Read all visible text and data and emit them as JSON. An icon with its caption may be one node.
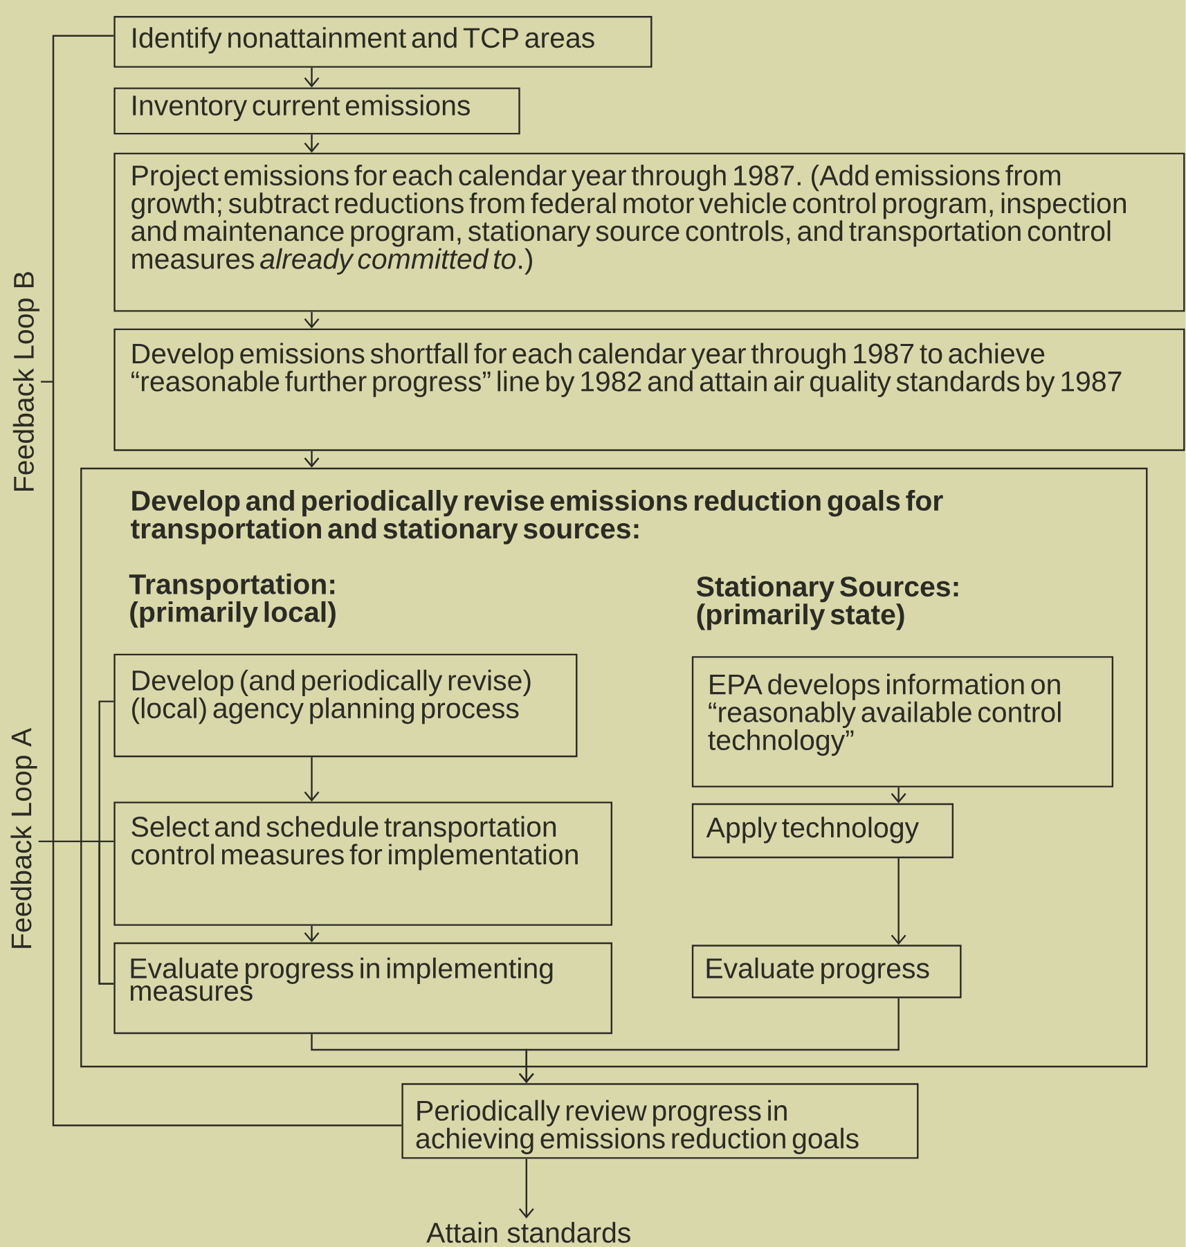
{
  "diagram": {
    "nodes": [
      {
        "text": [
          "Identify nonattainment and TCP areas"
        ]
      },
      {
        "text": [
          "Inventory current emissions"
        ]
      },
      {
        "text": [
          "Project emissions for each calendar year through 1987. (Add emissions from growth; subtract reductions from federal motor vehicle control program, inspection and maintenance program, stationary source controls, and transportation control measures *already committed to*.)"
        ]
      },
      {
        "text": [
          "Develop emissions shortfall for each calendar year through 1987 to achieve “reasonable further progress” line by 1982 and attain air quality standards by 1987"
        ]
      },
      {
        "text": [
          "Develop and periodically revise emissions reduction goals for transportation and stationary sources:",
          "Transportation: (primarily local)",
          "Stationary Sources: (primarily state)"
        ]
      },
      {
        "text": [
          "Develop (and periodically revise) (local) agency planning process"
        ],
        "in": 4
      },
      {
        "text": [
          "Select and schedule transportation control measures for implementation"
        ],
        "in": 4
      },
      {
        "text": [
          "Evaluate progress in implementing measures"
        ],
        "in": 4
      },
      {
        "text": [
          "EPA develops information on “reasonably available control technology”"
        ],
        "in": 4
      },
      {
        "text": [
          "Apply technology"
        ],
        "in": 4
      },
      {
        "text": [
          "Evaluate progress"
        ],
        "in": 4
      },
      {
        "text": [
          "Periodically review progress in achieving emissions reduction goals"
        ]
      },
      {
        "text": [
          "Attain standards"
        ]
      }
    ],
    "edges": [
      {
        "from": 0,
        "to": 1,
        "arrow": "to"
      },
      {
        "from": 1,
        "to": 2,
        "arrow": "to"
      },
      {
        "from": 2,
        "to": 3,
        "arrow": "to"
      },
      {
        "from": 3,
        "to": 4,
        "arrow": "to"
      },
      {
        "from": 5,
        "to": 6,
        "arrow": "to"
      },
      {
        "from": 6,
        "to": 7,
        "arrow": "to"
      },
      {
        "from": 8,
        "to": 9,
        "arrow": "to"
      },
      {
        "from": 9,
        "to": 10,
        "arrow": "to"
      },
      {
        "from": 7,
        "to": 11,
        "arrow": "to"
      },
      {
        "from": 10,
        "to": 11,
        "arrow": "to"
      },
      {
        "from": 11,
        "to": 12,
        "arrow": "to"
      },
      {
        "from": 11,
        "to": 0,
        "arrow": "none"
      },
      {
        "from": 7,
        "to": 5,
        "arrow": "none"
      },
      {
        "from": 7,
        "to": 6,
        "arrow": "none"
      }
    ],
    "labels": [
      "Feedback Loop B",
      "Feedback Loop A"
    ]
  }
}
